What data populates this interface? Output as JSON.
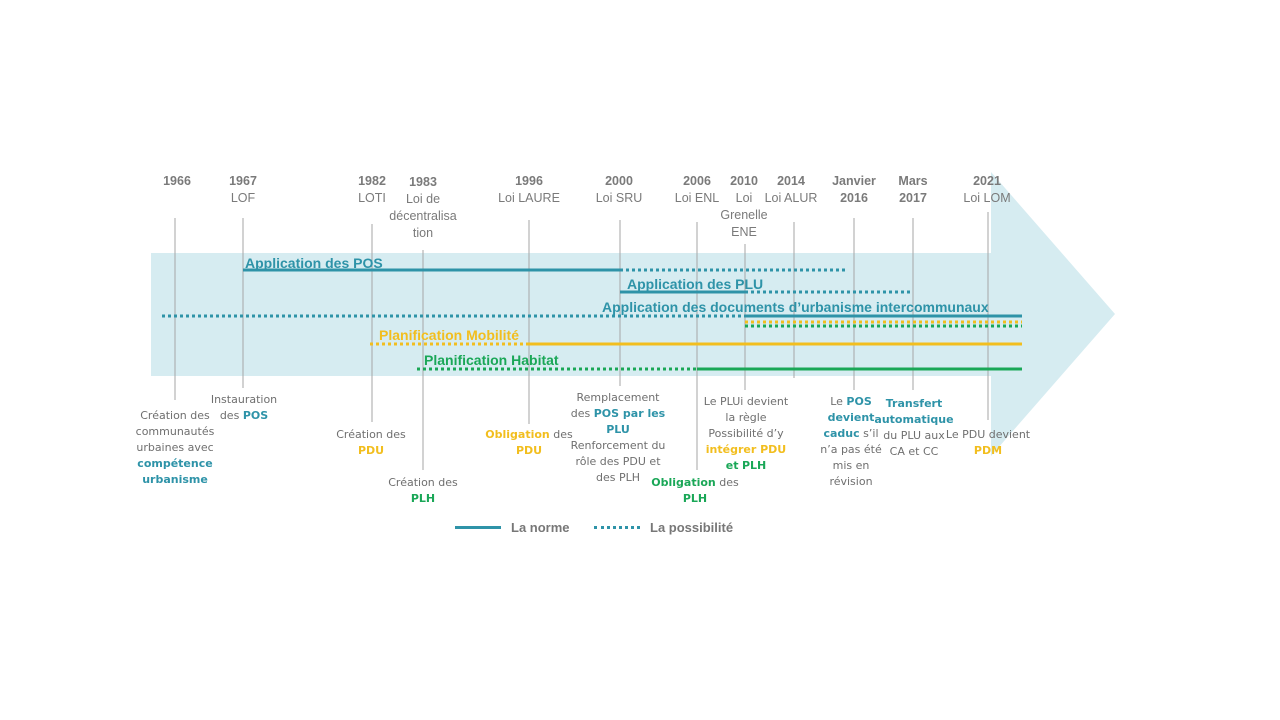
{
  "colors": {
    "arrow": "#d6ecf1",
    "teal": "#2e93a8",
    "yellow": "#f2be1e",
    "green": "#1aa757",
    "tick": "#a6a6a6"
  },
  "timeline": {
    "dates": [
      {
        "year": "1966",
        "law": ""
      },
      {
        "year": "1967",
        "law": "LOF"
      },
      {
        "year": "1982",
        "law": "LOTI"
      },
      {
        "year": "1983",
        "law": "Loi de décentralisa tion"
      },
      {
        "year": "1996",
        "law": "Loi LAURE"
      },
      {
        "year": "2000",
        "law": "Loi SRU"
      },
      {
        "year": "2006",
        "law": "Loi ENL"
      },
      {
        "year": "2010",
        "law": "Loi Grenelle ENE"
      },
      {
        "year": "2014",
        "law": "Loi ALUR"
      },
      {
        "year": "Janvier 2016",
        "law": ""
      },
      {
        "year": "Mars 2017",
        "law": ""
      },
      {
        "year": "2021",
        "law": "Loi LOM"
      }
    ],
    "bars": [
      {
        "title": "Application des POS"
      },
      {
        "title": "Application des PLU"
      },
      {
        "title": "Application des documents d’urbanisme intercommunaux"
      },
      {
        "title": "Planification Mobilité"
      },
      {
        "title": "Planification Habitat"
      }
    ],
    "events": {
      "e1966": {
        "t1": "Création des communautés urbaines avec",
        "t2": "compétence urbanisme"
      },
      "e1967": {
        "t1": "Instauration des",
        "t2": "POS"
      },
      "e1982": {
        "t1": "Création des",
        "t2": "PDU"
      },
      "e1983": {
        "t1": "Création des",
        "t2": "PLH"
      },
      "e1996": {
        "t1": "Obligation",
        "t2": "des",
        "t3": "PDU"
      },
      "e2000": {
        "t1": "Remplacement des",
        "t2": "POS par les PLU",
        "t3": "Renforcement du rôle des PDU et des PLH"
      },
      "e2006": {
        "t1": "Obligation",
        "t2": "des",
        "t3": "PLH"
      },
      "e2010": {
        "t1": "Le PLUi devient la règle Possibilité d’y",
        "t2": "intégrer PDU",
        "t3": "et",
        "t4": "PLH"
      },
      "e2016": {
        "t1": "Le",
        "t2": "POS devient caduc",
        "t3": "s’il n’a pas été mis en révision"
      },
      "e2017": {
        "t1": "Transfert automatique",
        "t2": "du PLU aux CA et CC"
      },
      "e2021": {
        "t1": "Le PDU devient",
        "t2": "PDM"
      }
    },
    "legend": {
      "norm": "La norme",
      "possibility": "La possibilité"
    }
  }
}
